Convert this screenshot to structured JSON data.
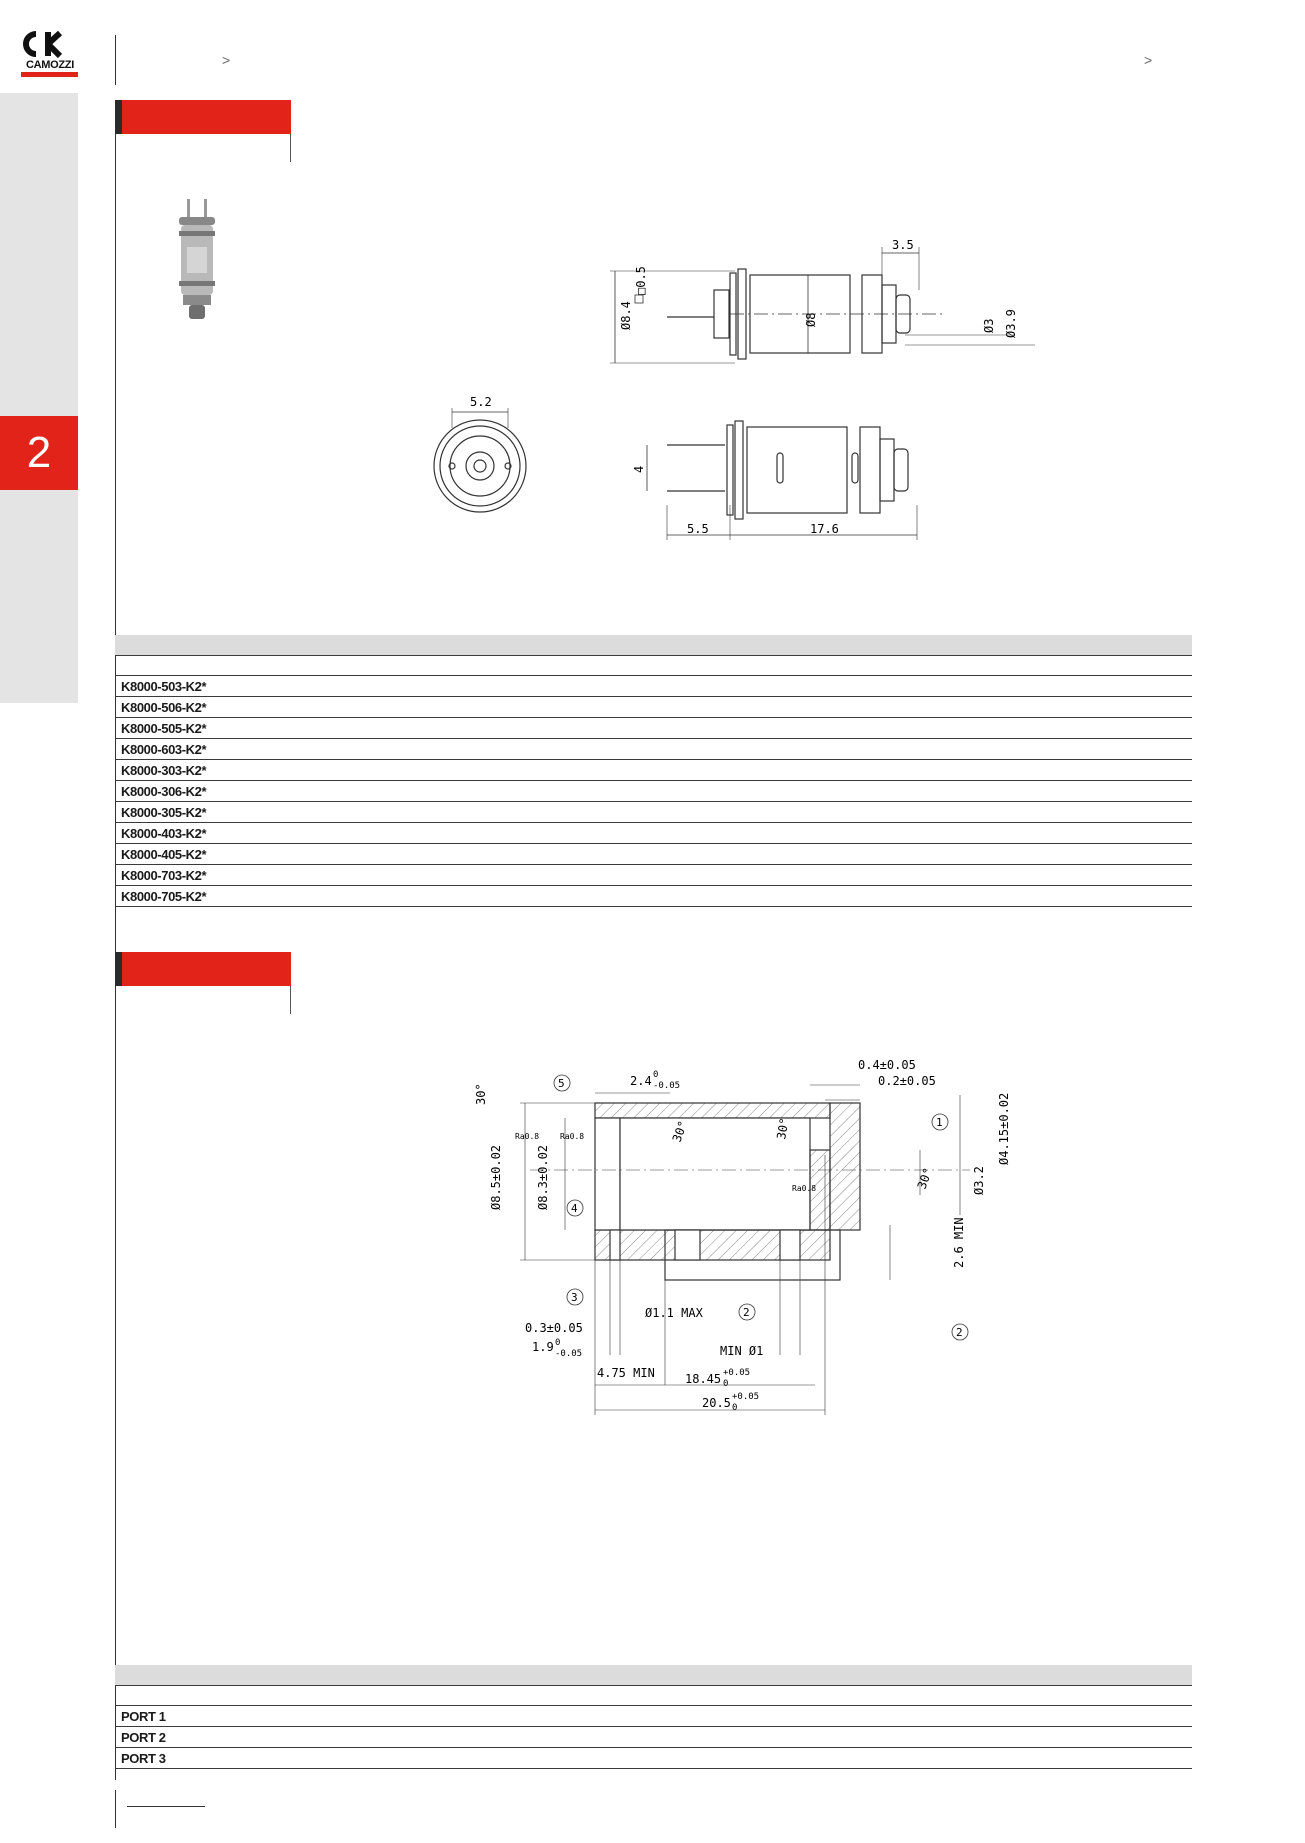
{
  "brand": {
    "logo_text": "CAMOZZI",
    "accent": "#e2231a"
  },
  "chapter": {
    "number": "2"
  },
  "breadcrumb": {
    "arrow_left": ">",
    "arrow_right": ">"
  },
  "drawing1_dims": {
    "d_8_4": "Ø8.4",
    "sq_0_5": "□0.5",
    "d_8": "Ø8",
    "d_3": "Ø3",
    "d_3_9": "Ø3.9",
    "len_3_5": "3.5",
    "len_5_2": "5.2",
    "len_4": "4",
    "len_5_5": "5.5",
    "len_17_6": "17.6"
  },
  "table1": {
    "rows": [
      "K8000-503-K2*",
      "K8000-506-K2*",
      "K8000-505-K2*",
      "K8000-603-K2*",
      "K8000-303-K2*",
      "K8000-306-K2*",
      "K8000-305-K2*",
      "K8000-403-K2*",
      "K8000-405-K2*",
      "K8000-703-K2*",
      "K8000-705-K2*"
    ]
  },
  "drawing2_dims": {
    "ang_30a": "30°",
    "ang_30b": "30°",
    "ang_30c": "30°",
    "ang_30d": "30°",
    "c1": "1",
    "c2": "2",
    "c3": "3",
    "c4": "4",
    "c5": "5",
    "c2b": "2",
    "d_2_4": "2.4",
    "d_2_4_tol_up": "0",
    "d_2_4_tol_dn": "-0.05",
    "d_0_4": "0.4±0.05",
    "d_0_2": "0.2±0.05",
    "d_4_15": "Ø4.15±0.02",
    "d_8_5": "Ø8.5±0.02",
    "d_8_3": "Ø8.3±0.02",
    "d_3_2": "Ø3.2",
    "d_2_6": "2.6 MIN",
    "ra1": "Ra0.8",
    "ra2": "Ra0.8",
    "ra3": "Ra0.8",
    "d_1_1": "Ø1.1 MAX",
    "d_0_3": "0.3±0.05",
    "d_1_9": "1.9",
    "d_1_9_tol_up": "0",
    "d_1_9_tol_dn": "-0.05",
    "d_min1": "MIN Ø1",
    "d_4_75": "4.75 MIN",
    "d_18_45": "18.45",
    "d_18_45_up": "+0.05",
    "d_18_45_dn": "0",
    "d_20_5": "20.5",
    "d_20_5_up": "+0.05",
    "d_20_5_dn": "0"
  },
  "table2": {
    "rows": [
      "PORT 1",
      "PORT 2",
      "PORT 3"
    ]
  }
}
